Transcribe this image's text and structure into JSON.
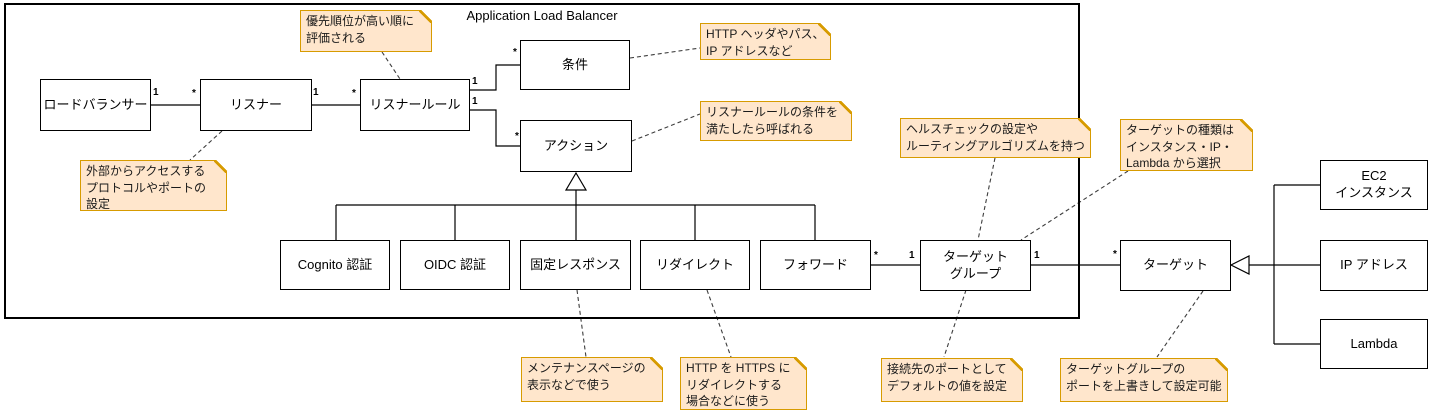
{
  "diagram": {
    "title": "Application Load Balancer",
    "nodes": {
      "load_balancer": "ロードバランサー",
      "listener": "リスナー",
      "listener_rule": "リスナールール",
      "condition": "条件",
      "action": "アクション",
      "cognito_auth": "Cognito 認証",
      "oidc_auth": "OIDC 認証",
      "fixed_response": "固定レスポンス",
      "redirect": "リダイレクト",
      "forward": "フォワード",
      "target_group": "ターゲット\nグループ",
      "target": "ターゲット",
      "ec2_instance": "EC2\nインスタンス",
      "ip_address": "IP アドレス",
      "lambda": "Lambda"
    },
    "notes": {
      "priority": "優先順位が高い順に\n評価される",
      "external_access": "外部からアクセスする\nプロトコルやポートの\n設定",
      "http_header": "HTTP ヘッダやパス、\nIP アドレスなど",
      "rule_condition": "リスナールールの条件を\n満たしたら呼ばれる",
      "health_check": "ヘルスチェックの設定や\nルーティングアルゴリズムを持つ",
      "target_type": "ターゲットの種類は\nインスタンス・IP・\nLambda から選択",
      "maintenance": "メンテナンスページの\n表示などで使う",
      "http_redirect": "HTTP を HTTPS に\nリダイレクトする\n場合などに使う",
      "default_port": "接続先のポートとして\nデフォルトの値を設定",
      "port_override": "ターゲットグループの\nポートを上書きして設定可能"
    },
    "multiplicities": {
      "lb_right": "1",
      "listener_left": "*",
      "listener_right": "1",
      "rule_left": "*",
      "rule_to_condition": "1",
      "condition_left": "*",
      "rule_to_action": "1",
      "action_left": "*",
      "forward_right": "*",
      "target_group_left": "1",
      "target_group_right": "1",
      "target_left": "*"
    },
    "colors": {
      "note_fill": "#FFE6CC",
      "note_border": "#D79B00",
      "line": "#000000"
    }
  }
}
